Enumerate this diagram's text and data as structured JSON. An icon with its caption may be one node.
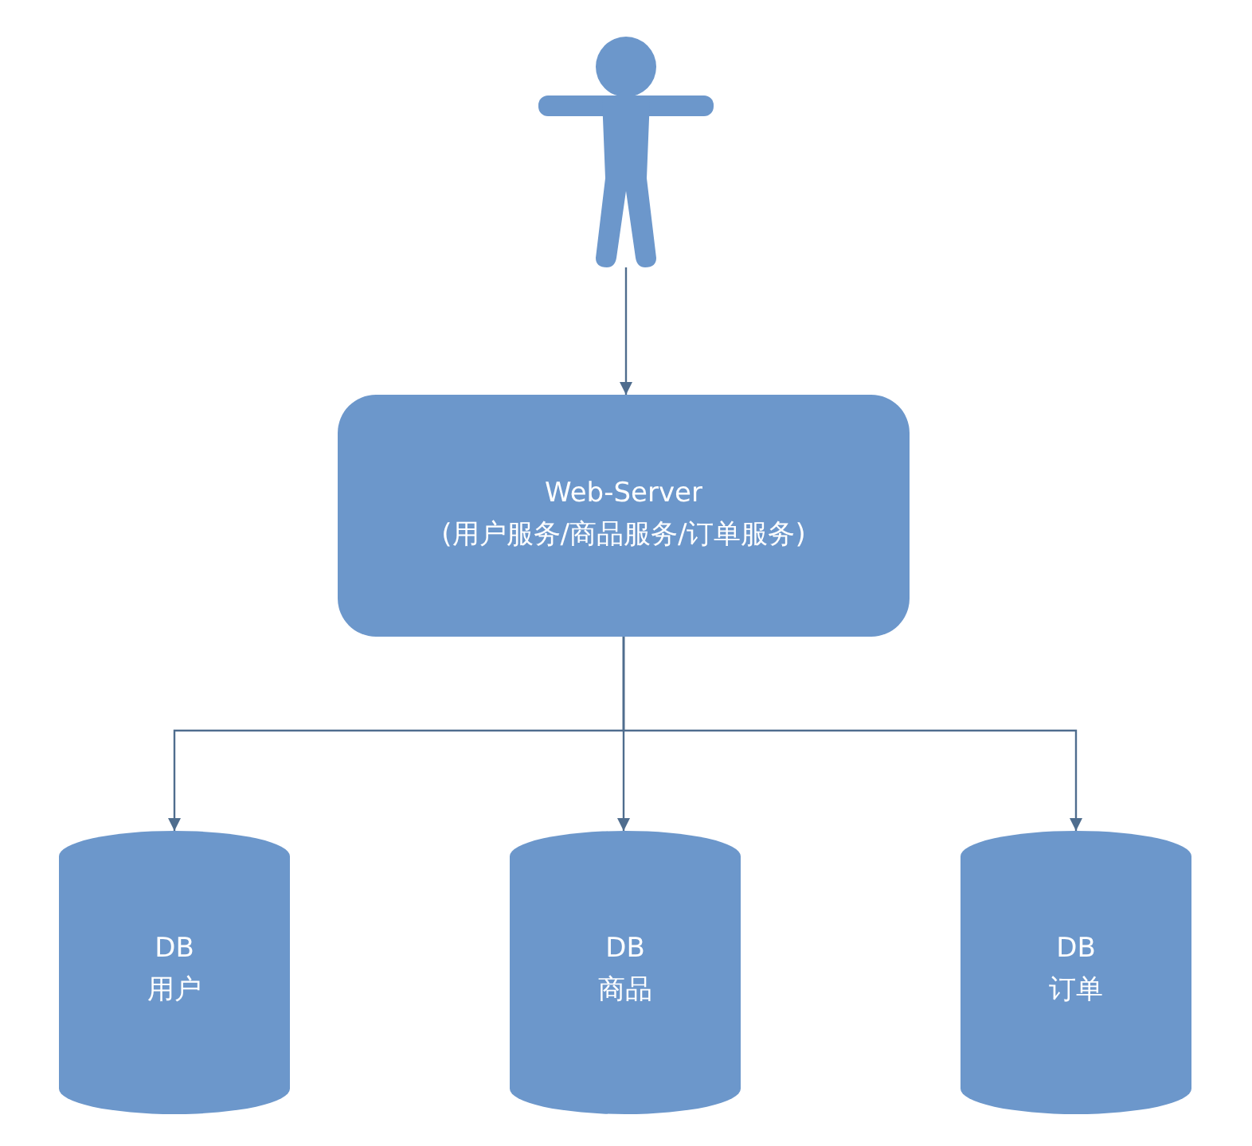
{
  "diagram": {
    "nodes": [
      {
        "text": [],
        "shape": "person"
      },
      {
        "text": [
          "Web-Server",
          "(用户服务/商品服务/订单服务)"
        ]
      },
      {
        "text": [
          "DB",
          "用户"
        ]
      },
      {
        "text": [
          "DB",
          "商品"
        ]
      },
      {
        "text": [
          "DB",
          "订单"
        ]
      }
    ],
    "edges": [
      {
        "from": 0,
        "to": 1,
        "arrow": "to"
      },
      {
        "from": 1,
        "to": 2,
        "arrow": "to"
      },
      {
        "from": 1,
        "to": 3,
        "arrow": "to"
      },
      {
        "from": 1,
        "to": 4,
        "arrow": "to"
      }
    ]
  }
}
